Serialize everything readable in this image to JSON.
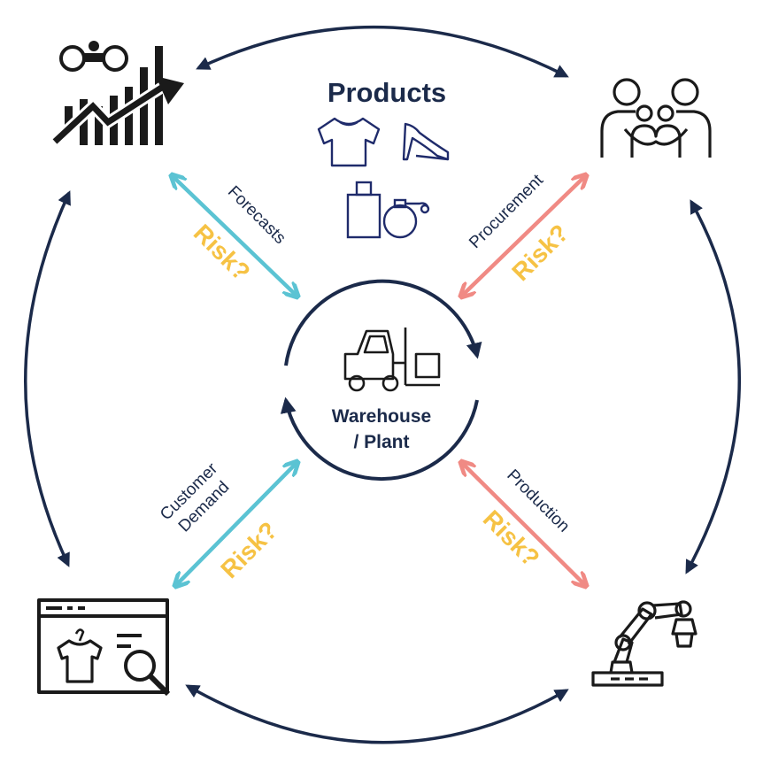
{
  "products": {
    "title": "Products"
  },
  "center": {
    "line1": "Warehouse",
    "line2": "/ Plant"
  },
  "links": {
    "forecasts": "Forecasts",
    "procurement": "Procurement",
    "customer_demand_1": "Customer",
    "customer_demand_2": "Demand",
    "production": "Production"
  },
  "risk_label": "Risk?",
  "colors": {
    "navy": "#1b2a4a",
    "teal": "#5bc3d3",
    "salmon": "#f08a84",
    "yellow": "#f6c244",
    "icon": "#1a1a1a",
    "product_icon": "#1f2b6b"
  },
  "icons": {
    "top_left": "binoculars-trend-chart-icon",
    "top_right": "family-icon",
    "bottom_left": "online-shop-search-icon",
    "bottom_right": "robotic-arm-icon",
    "center": "forklift-icon",
    "products": [
      "tshirt-icon",
      "high-heel-icon",
      "perfume-bottle-icon",
      "perfume-spray-icon"
    ]
  }
}
